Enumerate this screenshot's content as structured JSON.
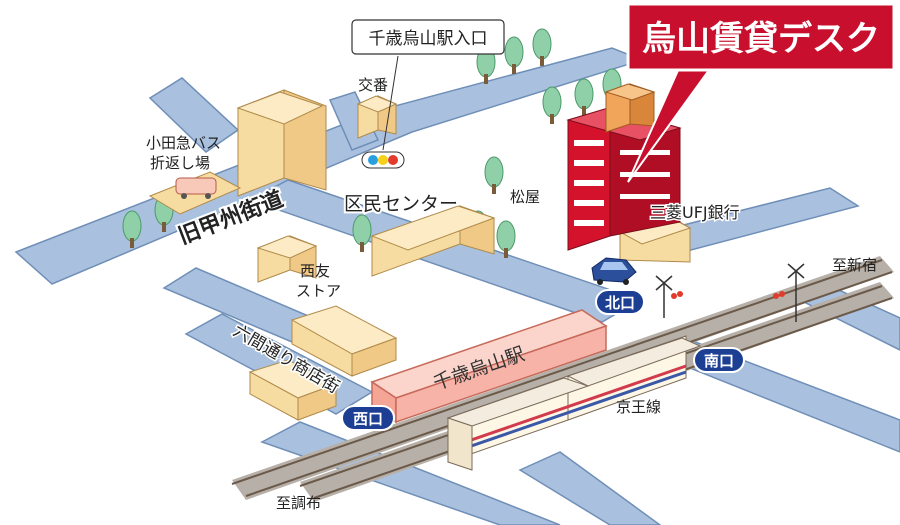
{
  "map": {
    "title": "烏山賃貸デスク",
    "roads": {
      "kyu_koshu_kaido": "旧甲州街道",
      "rokken_shotengai": "六間通り商店街"
    },
    "places": {
      "station_entrance": "千歳烏山駅入口",
      "koban": "交番",
      "odakyu_bus": "小田急バス\n折返し場",
      "kumin_center": "区民センター",
      "matsuya": "松屋",
      "mufg": "三菱UFJ銀行",
      "seiyu": "西友\nストア",
      "station": "千歳烏山駅",
      "keio_line": "京王線",
      "to_shinjuku": "至新宿",
      "to_chofu": "至調布"
    },
    "exits": {
      "north": "北口",
      "south": "南口",
      "west": "西口"
    },
    "colors": {
      "road": "#a9c1de",
      "road_edge": "#6f8fb8",
      "building_beige": "#f7dca2",
      "building_red": "#d5122b",
      "title_bg": "#c8102e",
      "exit_badge": "#1c3f94",
      "station_pink": "#f7b3a8",
      "tree": "#8fd0a8"
    }
  }
}
